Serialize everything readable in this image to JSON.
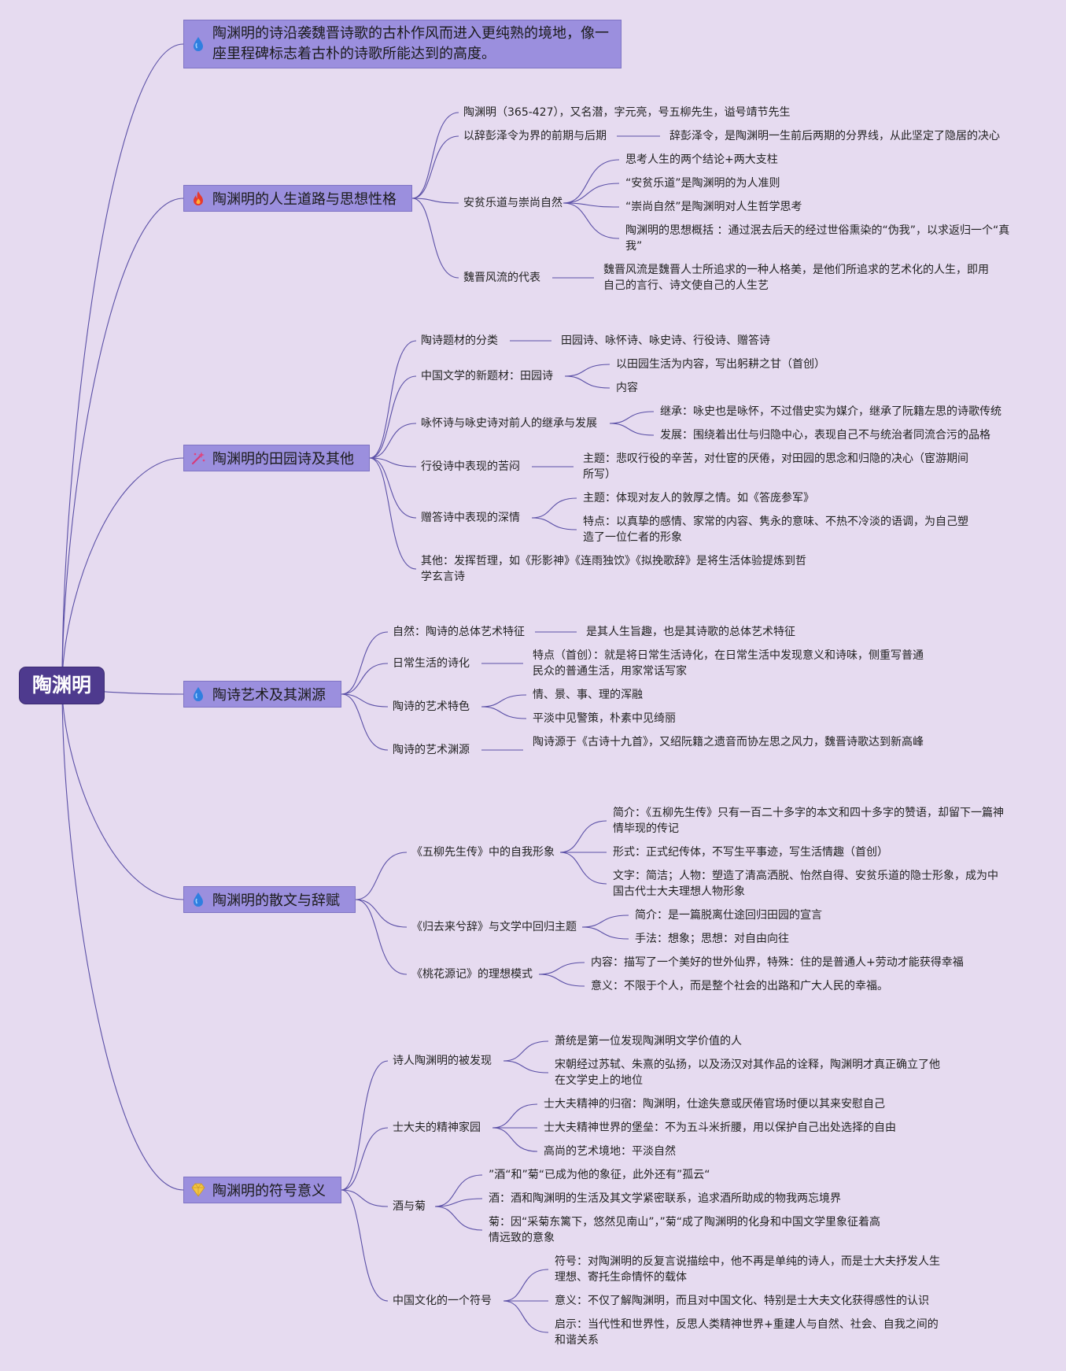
{
  "root": "陶渊明",
  "branches": [
    {
      "id": "b0",
      "label": "陶渊明的诗沿袭魏晋诗歌的古朴作风而进入更纯熟的境地，像一座里程碑标志着古朴的诗歌所能达到的高度。",
      "icon": "water-drop-icon",
      "children": []
    },
    {
      "id": "b1",
      "label": "陶渊明的人生道路与思想性格",
      "icon": "fire-icon",
      "children": [
        {
          "label": "陶渊明（365-427），又名潜，字元亮，号五柳先生，谥号靖节先生",
          "children": []
        },
        {
          "label": "以辞彭泽令为界的前期与后期",
          "children": [
            {
              "label": "辞彭泽令，是陶渊明一生前后两期的分界线，从此坚定了隐居的决心"
            }
          ]
        },
        {
          "label": "安贫乐道与崇尚自然",
          "children": [
            {
              "label": "思考人生的两个结论+两大支柱"
            },
            {
              "label": "“安贫乐道”是陶渊明的为人准则"
            },
            {
              "label": "“崇尚自然”是陶渊明对人生哲学思考"
            },
            {
              "label": "陶渊明的思想概括 ：通过泯去后天的经过世俗熏染的“伪我”，以求返归一个“真我”"
            }
          ]
        },
        {
          "label": "魏晋风流的代表",
          "children": [
            {
              "label": "魏晋风流是魏晋人士所追求的一种人格美，是他们所追求的艺术化的人生，即用自己的言行、诗文使自己的人生艺"
            }
          ]
        }
      ]
    },
    {
      "id": "b2",
      "label": "陶渊明的田园诗及其他",
      "icon": "sparkle-icon",
      "children": [
        {
          "label": "陶诗题材的分类",
          "children": [
            {
              "label": "田园诗、咏怀诗、咏史诗、行役诗、赠答诗"
            }
          ]
        },
        {
          "label": "中国文学的新题材：田园诗",
          "children": [
            {
              "label": "以田园生活为内容，写出躬耕之甘（首创）"
            },
            {
              "label": "内容"
            }
          ]
        },
        {
          "label": "咏怀诗与咏史诗对前人的继承与发展",
          "children": [
            {
              "label": "继承：咏史也是咏怀，不过借史实为媒介，继承了阮籍左思的诗歌传统"
            },
            {
              "label": "发展：围绕着出仕与归隐中心，表现自己不与统治者同流合污的品格"
            }
          ]
        },
        {
          "label": "行役诗中表现的苦闷",
          "children": [
            {
              "label": "主题：悲叹行役的辛苦，对仕宦的厌倦，对田园的思念和归隐的决心（宦游期间所写）"
            }
          ]
        },
        {
          "label": "赠答诗中表现的深情",
          "children": [
            {
              "label": "主题：体现对友人的敦厚之情。如《答庞参军》"
            },
            {
              "label": "特点：以真挚的感情、家常的内容、隽永的意味、不热不冷淡的语调，为自己塑造了一位仁者的形象"
            }
          ]
        },
        {
          "label": "其他：发挥哲理，如《形影神》《连雨独饮》《拟挽歌辞》是将生活体验提炼到哲学玄言诗",
          "children": []
        }
      ]
    },
    {
      "id": "b3",
      "label": "陶诗艺术及其渊源",
      "icon": "water-drop-icon",
      "children": [
        {
          "label": "自然：陶诗的总体艺术特征",
          "children": [
            {
              "label": "是其人生旨趣，也是其诗歌的总体艺术特征"
            }
          ]
        },
        {
          "label": "日常生活的诗化",
          "children": [
            {
              "label": "特点（首创）：就是将日常生活诗化，在日常生活中发现意义和诗味，侧重写普通民众的普通生活，用家常话写家"
            }
          ]
        },
        {
          "label": "陶诗的艺术特色",
          "children": [
            {
              "label": "情、景、事、理的浑融"
            },
            {
              "label": "平淡中见警策，朴素中见绮丽"
            }
          ]
        },
        {
          "label": "陶诗的艺术渊源",
          "children": [
            {
              "label": "陶诗源于《古诗十九首》，又绍阮籍之遗音而协左思之风力，魏晋诗歌达到新高峰"
            }
          ]
        }
      ]
    },
    {
      "id": "b4",
      "label": "陶渊明的散文与辞赋",
      "icon": "water-drop-icon",
      "children": [
        {
          "label": "《五柳先生传》中的自我形象",
          "children": [
            {
              "label": "简介：《五柳先生传》只有一百二十多字的本文和四十多字的赞语，却留下一篇神情毕现的传记"
            },
            {
              "label": "形式：正式纪传体，不写生平事迹，写生活情趣（首创）"
            },
            {
              "label": "文字：简洁；人物：塑造了清高洒脱、怡然自得、安贫乐道的隐士形象，成为中国古代士大夫理想人物形象"
            }
          ]
        },
        {
          "label": "《归去来兮辞》与文学中回归主题",
          "children": [
            {
              "label": "简介：是一篇脱离仕途回归田园的宣言"
            },
            {
              "label": "手法：想象；思想：对自由向往"
            }
          ]
        },
        {
          "label": "《桃花源记》的理想模式",
          "children": [
            {
              "label": "内容：描写了一个美好的世外仙界，特殊：住的是普通人+劳动才能获得幸福"
            },
            {
              "label": "意义：不限于个人，而是整个社会的出路和广大人民的幸福。"
            }
          ]
        }
      ]
    },
    {
      "id": "b5",
      "label": "陶渊明的符号意义",
      "icon": "diamond-icon",
      "children": [
        {
          "label": "诗人陶渊明的被发现",
          "children": [
            {
              "label": "萧统是第一位发现陶渊明文学价值的人"
            },
            {
              "label": "宋朝经过苏轼、朱熹的弘扬，以及汤汉对其作品的诠释，陶渊明才真正确立了他在文学史上的地位"
            }
          ]
        },
        {
          "label": "士大夫的精神家园",
          "children": [
            {
              "label": "士大夫精神的归宿：陶渊明，仕途失意或厌倦官场时便以其来安慰自己"
            },
            {
              "label": "士大夫精神世界的堡垒：不为五斗米折腰，用以保护自己出处选择的自由"
            },
            {
              "label": "高尚的艺术境地：平淡自然"
            }
          ]
        },
        {
          "label": "酒与菊",
          "children": [
            {
              "label": "”酒“和”菊“已成为他的象征，此外还有”孤云“"
            },
            {
              "label": "酒：酒和陶渊明的生活及其文学紧密联系，追求酒所助成的物我两忘境界"
            },
            {
              "label": "菊：因“采菊东篱下，悠然见南山”，”菊“成了陶渊明的化身和中国文学里象征着高情远致的意象"
            }
          ]
        },
        {
          "label": "中国文化的一个符号",
          "children": [
            {
              "label": "符号：对陶渊明的反复言说描绘中，他不再是单纯的诗人，而是士大夫抒发人生理想、寄托生命情怀的载体"
            },
            {
              "label": "意义：不仅了解陶渊明，而且对中国文化、特别是士大夫文化获得感性的认识"
            },
            {
              "label": "启示：当代性和世界性，反思人类精神世界+重建人与自然、社会、自我之间的和谐关系"
            }
          ]
        }
      ]
    }
  ]
}
